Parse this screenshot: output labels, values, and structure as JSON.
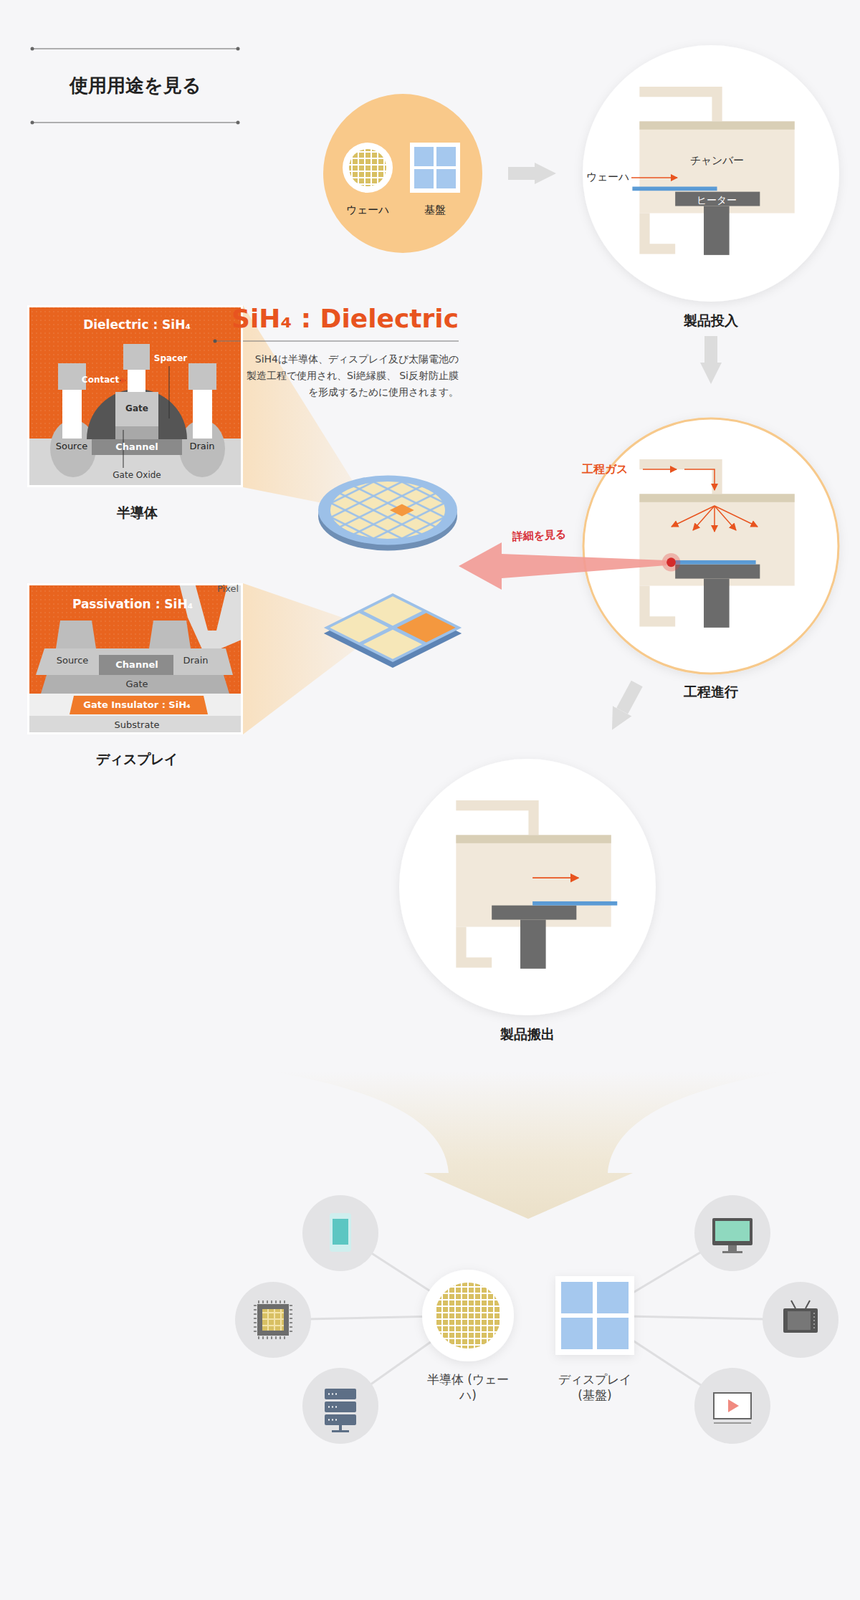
{
  "diagram": {
    "title": "使用用途を見る",
    "nodes": [
      {
        "text": [
          "ウェーハ",
          "基盤"
        ]
      },
      {
        "text": [
          "製品投入"
        ]
      },
      {
        "text": [
          "工程進行"
        ]
      },
      {
        "text": [
          "Dielectric : SiH₄",
          "半導体"
        ]
      },
      {
        "text": [
          "Passivation : SiH₄",
          "ディスプレイ"
        ]
      },
      {
        "text": [
          "製品搬出"
        ]
      },
      {
        "text": [
          "半導体 (ウェーハ)"
        ]
      },
      {
        "text": [
          "ディスプレイ (基盤)"
        ]
      }
    ],
    "edges": [
      {
        "from": 0,
        "to": 1,
        "arrow": "to"
      },
      {
        "from": 1,
        "to": 2,
        "arrow": "to"
      },
      {
        "from": 2,
        "to": 5,
        "arrow": "to"
      }
    ],
    "labels": [
      "ウェーハ",
      "チャンバー",
      "ヒーター",
      "工程ガス",
      "詳細を見る",
      "SiH₄ : Dielectric",
      "SiH4は半導体、ディスプレイ及び太陽電池の 製造工程で使用され、Si絶縁膜、 Si反射防止膜を形成するために使用されます。",
      "Contact",
      "Spacer",
      "Gate",
      "Channel",
      "Source",
      "Drain",
      "Gate Oxide",
      "Pixel",
      "Source",
      "Channel",
      "Drain",
      "Gate",
      "Gate Insulator : SiH₄",
      "Substrate"
    ]
  }
}
